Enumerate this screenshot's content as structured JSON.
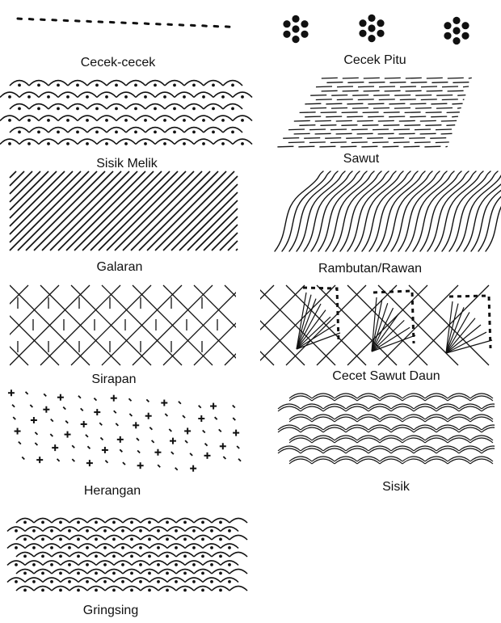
{
  "labels": {
    "cecek_cecek": "Cecek-cecek",
    "cecek_pitu": "Cecek Pitu",
    "sisik_melik": "Sisik Melik",
    "sawut": "Sawut",
    "galaran": "Galaran",
    "rambutan_rawan": "Rambutan/Rawan",
    "sirapan": "Sirapan",
    "cecet_sawut_daun": "Cecet Sawut Daun",
    "herangan": "Herangan",
    "sisik": "Sisik",
    "gringsing": "Gringsing"
  },
  "colors": {
    "ink": "#111111",
    "background": "#ffffff"
  }
}
